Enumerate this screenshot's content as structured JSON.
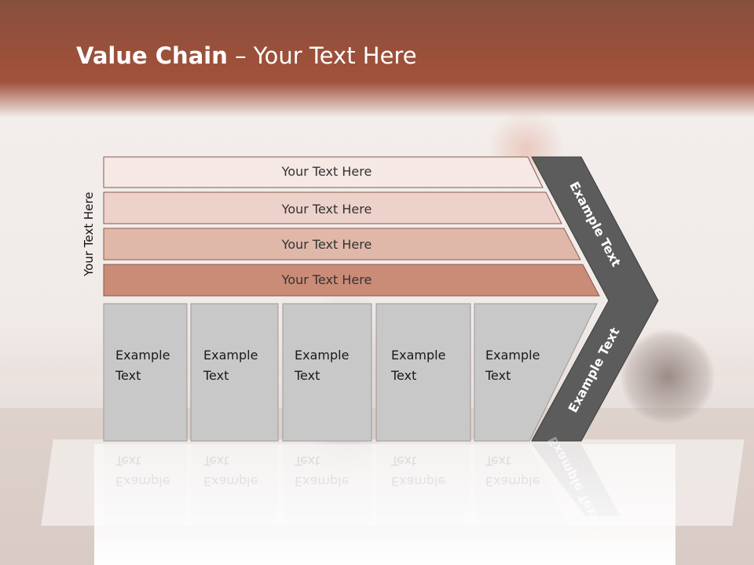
{
  "slide": {
    "title_bold": "Value Chain",
    "title_rest": " – Your Text Here",
    "side_label": "Your Text Here"
  },
  "bars": [
    {
      "label": "Your Text Here"
    },
    {
      "label": "Your Text Here"
    },
    {
      "label": "Your Text Here"
    },
    {
      "label": "Your Text Here"
    }
  ],
  "boxes": [
    {
      "line1": "Example",
      "line2": "Text"
    },
    {
      "line1": "Example",
      "line2": "Text"
    },
    {
      "line1": "Example",
      "line2": "Text"
    },
    {
      "line1": "Example",
      "line2": "Text"
    },
    {
      "line1": "Example",
      "line2": "Text"
    }
  ],
  "chevron": {
    "upper_label": "Example Text",
    "lower_label": "Example Text"
  },
  "colors": {
    "header": "#9e503a",
    "bar_fills": [
      "#f5e8e5",
      "#ecd2ca",
      "#e0b8aa",
      "#ca8b77"
    ],
    "box_fill": "#c8c8c8",
    "chevron": "#5c5c5c"
  }
}
